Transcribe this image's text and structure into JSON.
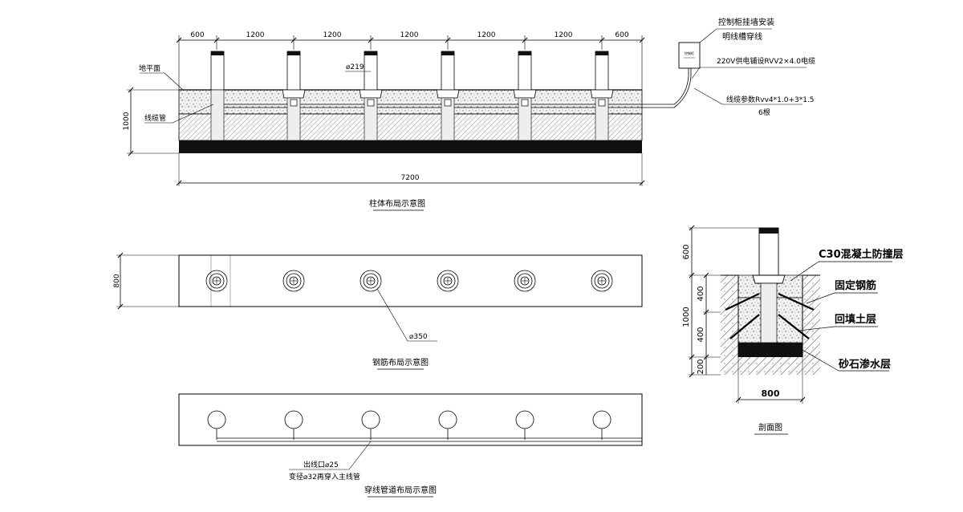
{
  "layout_view": {
    "title": "柱体布局示意图",
    "spacing_dims": [
      "600",
      "1200",
      "1200",
      "1200",
      "1200",
      "1200",
      "600"
    ],
    "total_length": "7200",
    "depth": "1000",
    "post_diameter": "⌀219",
    "ground_label": "地平面",
    "conduit_label": "线缆管",
    "cabinet_note_1": "控制柜挂墙安装",
    "cabinet_note_2": "明线槽穿线",
    "cabinet_tag": "控制柜",
    "power_note": "220V供电铺设RVV2×4.0电缆",
    "cable_note": "线缆参数Rvv4*1.0+3*1.5",
    "cable_count": "6根"
  },
  "rebar_view": {
    "title": "钢筋布局示意图",
    "width_dim": "800",
    "hole_diameter": "⌀350"
  },
  "conduit_view": {
    "title": "穿线管道布局示意图",
    "outlet_note": "出线口⌀25",
    "reducer_note": "变径⌀32再穿入主线管"
  },
  "section_view": {
    "title": "剖面图",
    "dim_top": "600",
    "dim_400a": "400",
    "dim_400b": "400",
    "dim_total": "1000",
    "dim_gravel": "200",
    "dim_width": "800",
    "label_c30": "C30混凝土防撞层",
    "label_rebar": "固定钢筋",
    "label_backfill": "回填土层",
    "label_gravel": "砂石渗水层"
  }
}
